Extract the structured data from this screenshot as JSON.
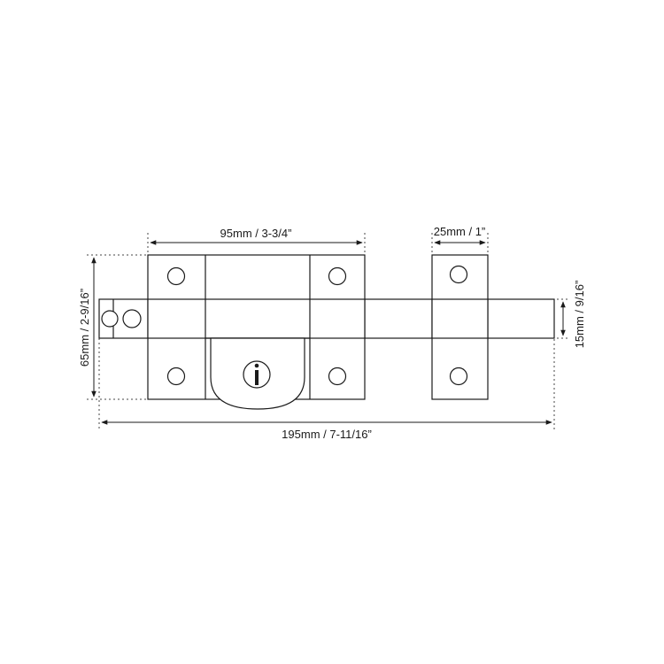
{
  "dimensions": {
    "body_width": "95mm / 3-3/4”",
    "strike_width": "25mm / 1”",
    "total_height": "65mm / 2-9/16”",
    "bolt_height": "15mm / 9/16”",
    "total_length": "195mm / 7-11/16”"
  }
}
